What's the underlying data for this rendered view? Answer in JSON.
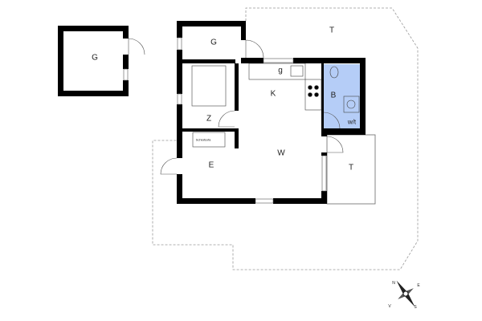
{
  "rooms": {
    "garage_separate": "G",
    "garage": "G",
    "terrace_top": "T",
    "terrace_right": "T",
    "kitchen": "K",
    "storage": "g",
    "bath": "B",
    "washer": "w/t",
    "bedroom": "Z",
    "living": "W",
    "entrance": "E",
    "sofa": "Schlafsofa"
  },
  "compass": {
    "n": "N",
    "e": "E",
    "s": "S",
    "w": "V"
  },
  "colors": {
    "wall": "#000000",
    "bath_fill": "#b5cdf7",
    "dashed": "#999999"
  }
}
